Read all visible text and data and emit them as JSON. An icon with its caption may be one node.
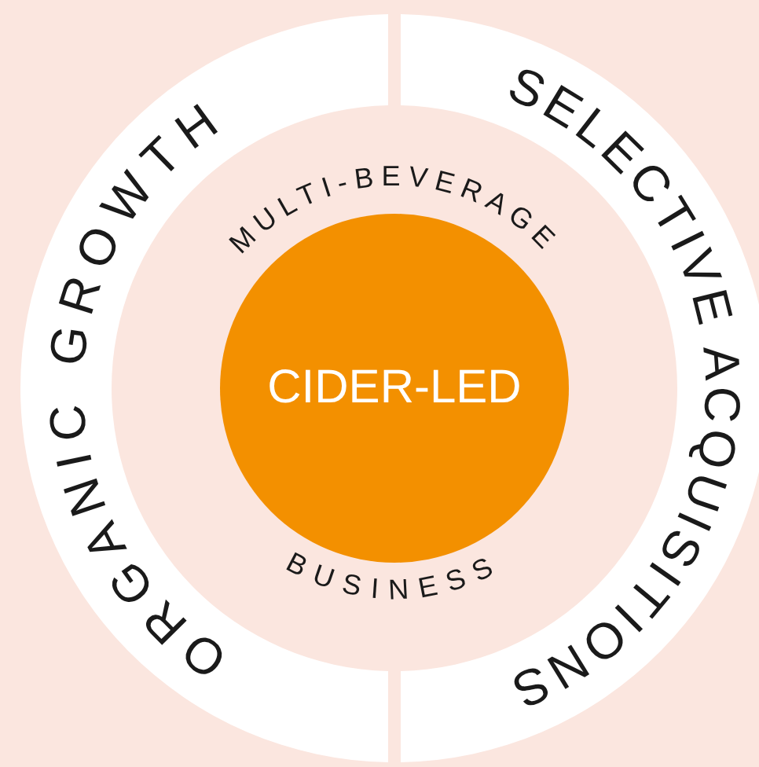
{
  "diagram": {
    "nodes": [
      {
        "text": [
          "ORGANIC GROWTH"
        ]
      },
      {
        "text": [
          "SELECTIVE ACQUISITIONS"
        ]
      },
      {
        "text": [
          "CIDER-LED"
        ],
        "beside": [
          "MULTI-BEVERAGE",
          "BUSINESS"
        ]
      }
    ]
  }
}
